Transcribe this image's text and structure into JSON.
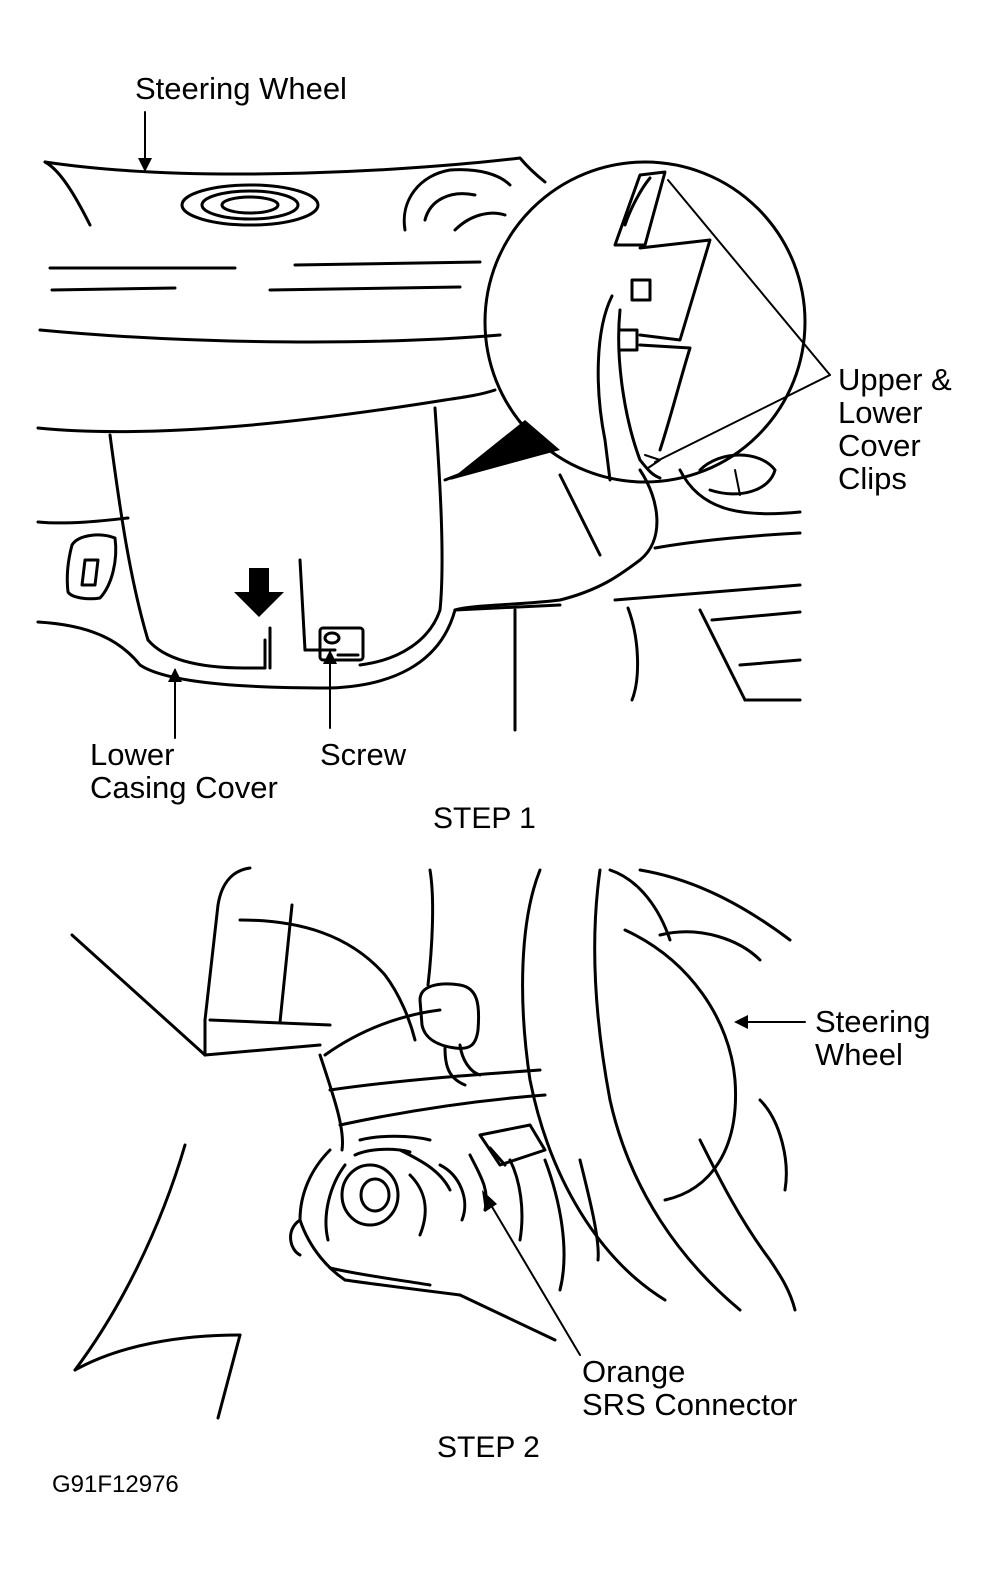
{
  "step1": {
    "label_steering_wheel": "Steering Wheel",
    "label_clips": [
      "Upper &",
      "Lower",
      "Cover",
      "Clips"
    ],
    "label_lower_casing": [
      "Lower",
      "Casing Cover"
    ],
    "label_screw": "Screw",
    "caption": "STEP 1"
  },
  "step2": {
    "label_steering_wheel": [
      "Steering",
      "Wheel"
    ],
    "label_srs": [
      "Orange",
      "SRS Connector"
    ],
    "caption": "STEP 2"
  },
  "figure_id": "G91F12976"
}
